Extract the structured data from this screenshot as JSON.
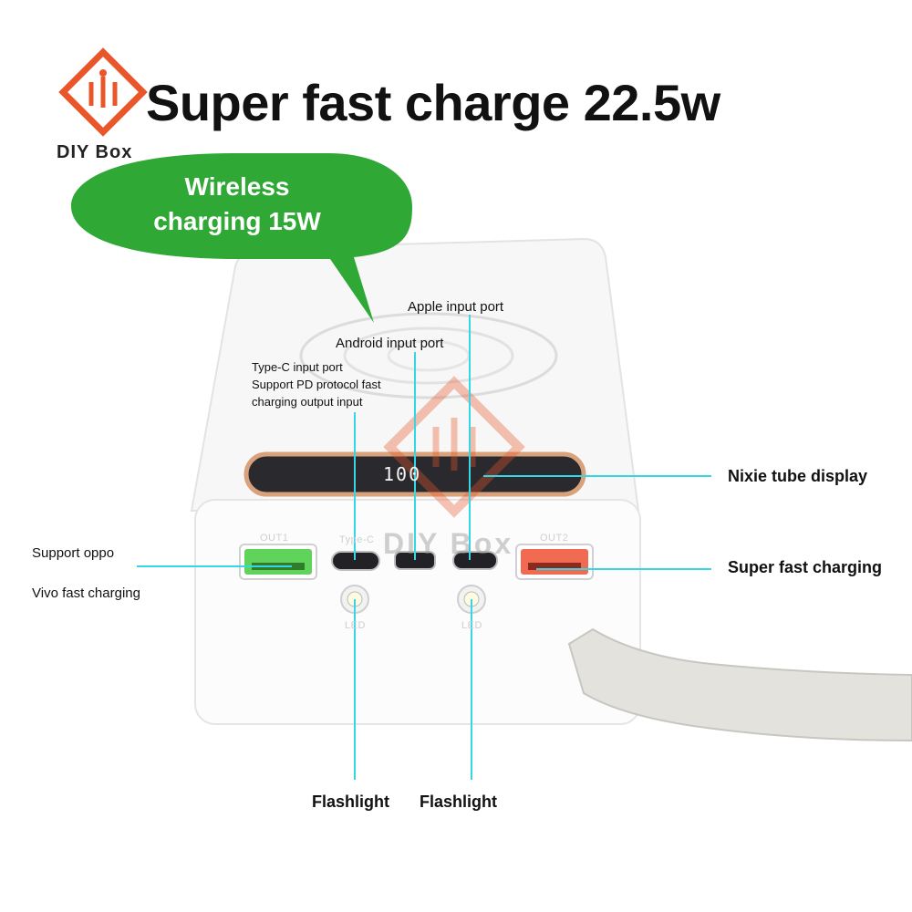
{
  "headline": "Super fast charge 22.5w",
  "brand": {
    "name": "DIY Box",
    "logo_icon": "diy-box-logo-icon",
    "accent_color": "#e8562a"
  },
  "wireless_bubble": {
    "line1": "Wireless",
    "line2": "charging 15W",
    "color": "#2fa836"
  },
  "callouts": {
    "apple_input": "Apple input port",
    "android_input": "Android input port",
    "typec_line1": "Type-C input port",
    "typec_line2": "Support PD protocol fast",
    "typec_line3": "charging output input",
    "nixie_display": "Nixie tube display",
    "support_oppo": "Support oppo",
    "vivo_fast": "Vivo fast charging",
    "super_fast": "Super fast charging",
    "flashlight_left": "Flashlight",
    "flashlight_right": "Flashlight"
  },
  "device": {
    "port_out1": "OUT1",
    "port_typec": "Type-C",
    "port_out2": "OUT2",
    "led_left": "LED",
    "led_right": "LED",
    "display_reading": "100"
  },
  "watermark": "DIY Box",
  "colors": {
    "callout_line": "#35d6e6",
    "usb_green": "#5fd35a",
    "usb_red": "#f06b52"
  }
}
